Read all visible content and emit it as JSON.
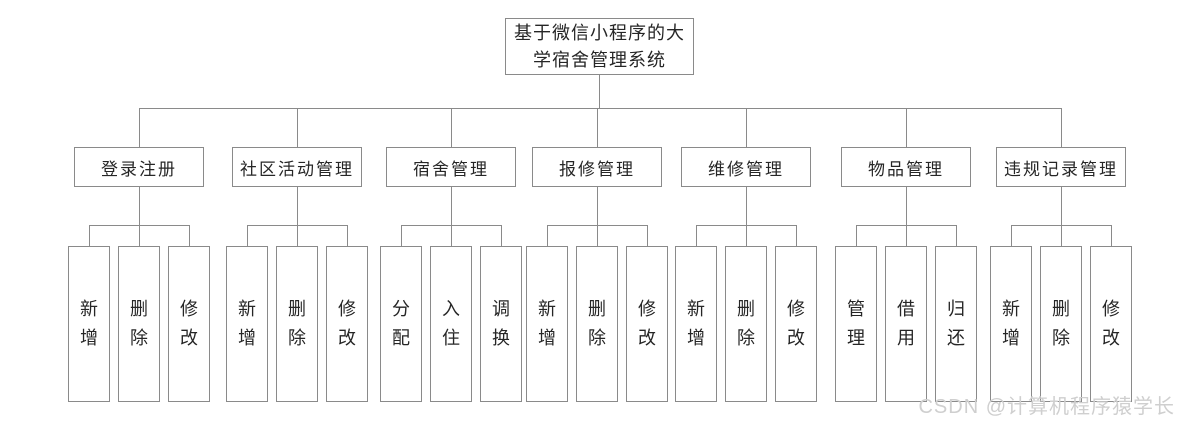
{
  "diagram": {
    "title": "基于微信小程序的大学宿舍管理系统",
    "groups": [
      {
        "label": "登录注册",
        "children": [
          "新增",
          "删除",
          "修改"
        ]
      },
      {
        "label": "社区活动管理",
        "children": [
          "新增",
          "删除",
          "修改"
        ]
      },
      {
        "label": "宿舍管理",
        "children": [
          "分配",
          "入住",
          "调换"
        ]
      },
      {
        "label": "报修管理",
        "children": [
          "新增",
          "删除",
          "修改"
        ]
      },
      {
        "label": "维修管理",
        "children": [
          "新增",
          "删除",
          "修改"
        ]
      },
      {
        "label": "物品管理",
        "children": [
          "管理",
          "借用",
          "归还"
        ]
      },
      {
        "label": "违规记录管理",
        "children": [
          "新增",
          "删除",
          "修改"
        ]
      }
    ],
    "watermark": "CSDN @计算机程序猿学长",
    "colors": {
      "line": "#8a8a8a",
      "text": "#262626",
      "watermark": "#cfcfcf",
      "background": "#ffffff"
    }
  }
}
